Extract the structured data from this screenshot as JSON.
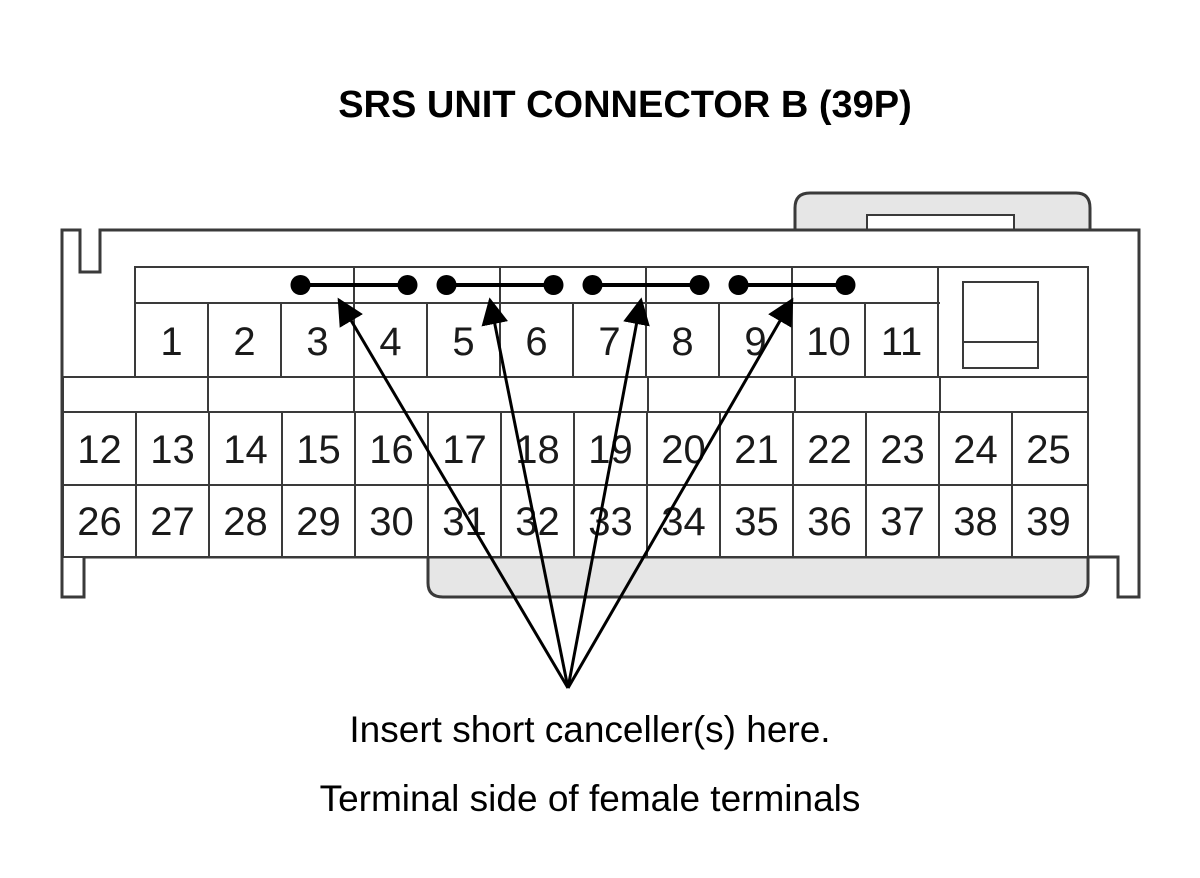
{
  "title": "SRS UNIT CONNECTOR B (39P)",
  "top_row_pins": [
    "1",
    "2",
    "3",
    "4",
    "5",
    "6",
    "7",
    "8",
    "9",
    "10",
    "11"
  ],
  "middle_row_pins": [
    "12",
    "13",
    "14",
    "15",
    "16",
    "17",
    "18",
    "19",
    "20",
    "21",
    "22",
    "23",
    "24",
    "25"
  ],
  "bottom_row_pins": [
    "26",
    "27",
    "28",
    "29",
    "30",
    "31",
    "32",
    "33",
    "34",
    "35",
    "36",
    "37",
    "38",
    "39"
  ],
  "short_bars": [
    {
      "pins": [
        "3",
        "4"
      ]
    },
    {
      "pins": [
        "5",
        "6"
      ]
    },
    {
      "pins": [
        "7",
        "8"
      ]
    },
    {
      "pins": [
        "9",
        "10"
      ]
    }
  ],
  "instruction": "Insert short canceller(s) here.",
  "footer": "Terminal side of female terminals",
  "colors": {
    "line": "#3a3a3a",
    "housing_fill": "#ffffff",
    "latch_fill": "#e6e6e6",
    "ink": "#000000"
  }
}
